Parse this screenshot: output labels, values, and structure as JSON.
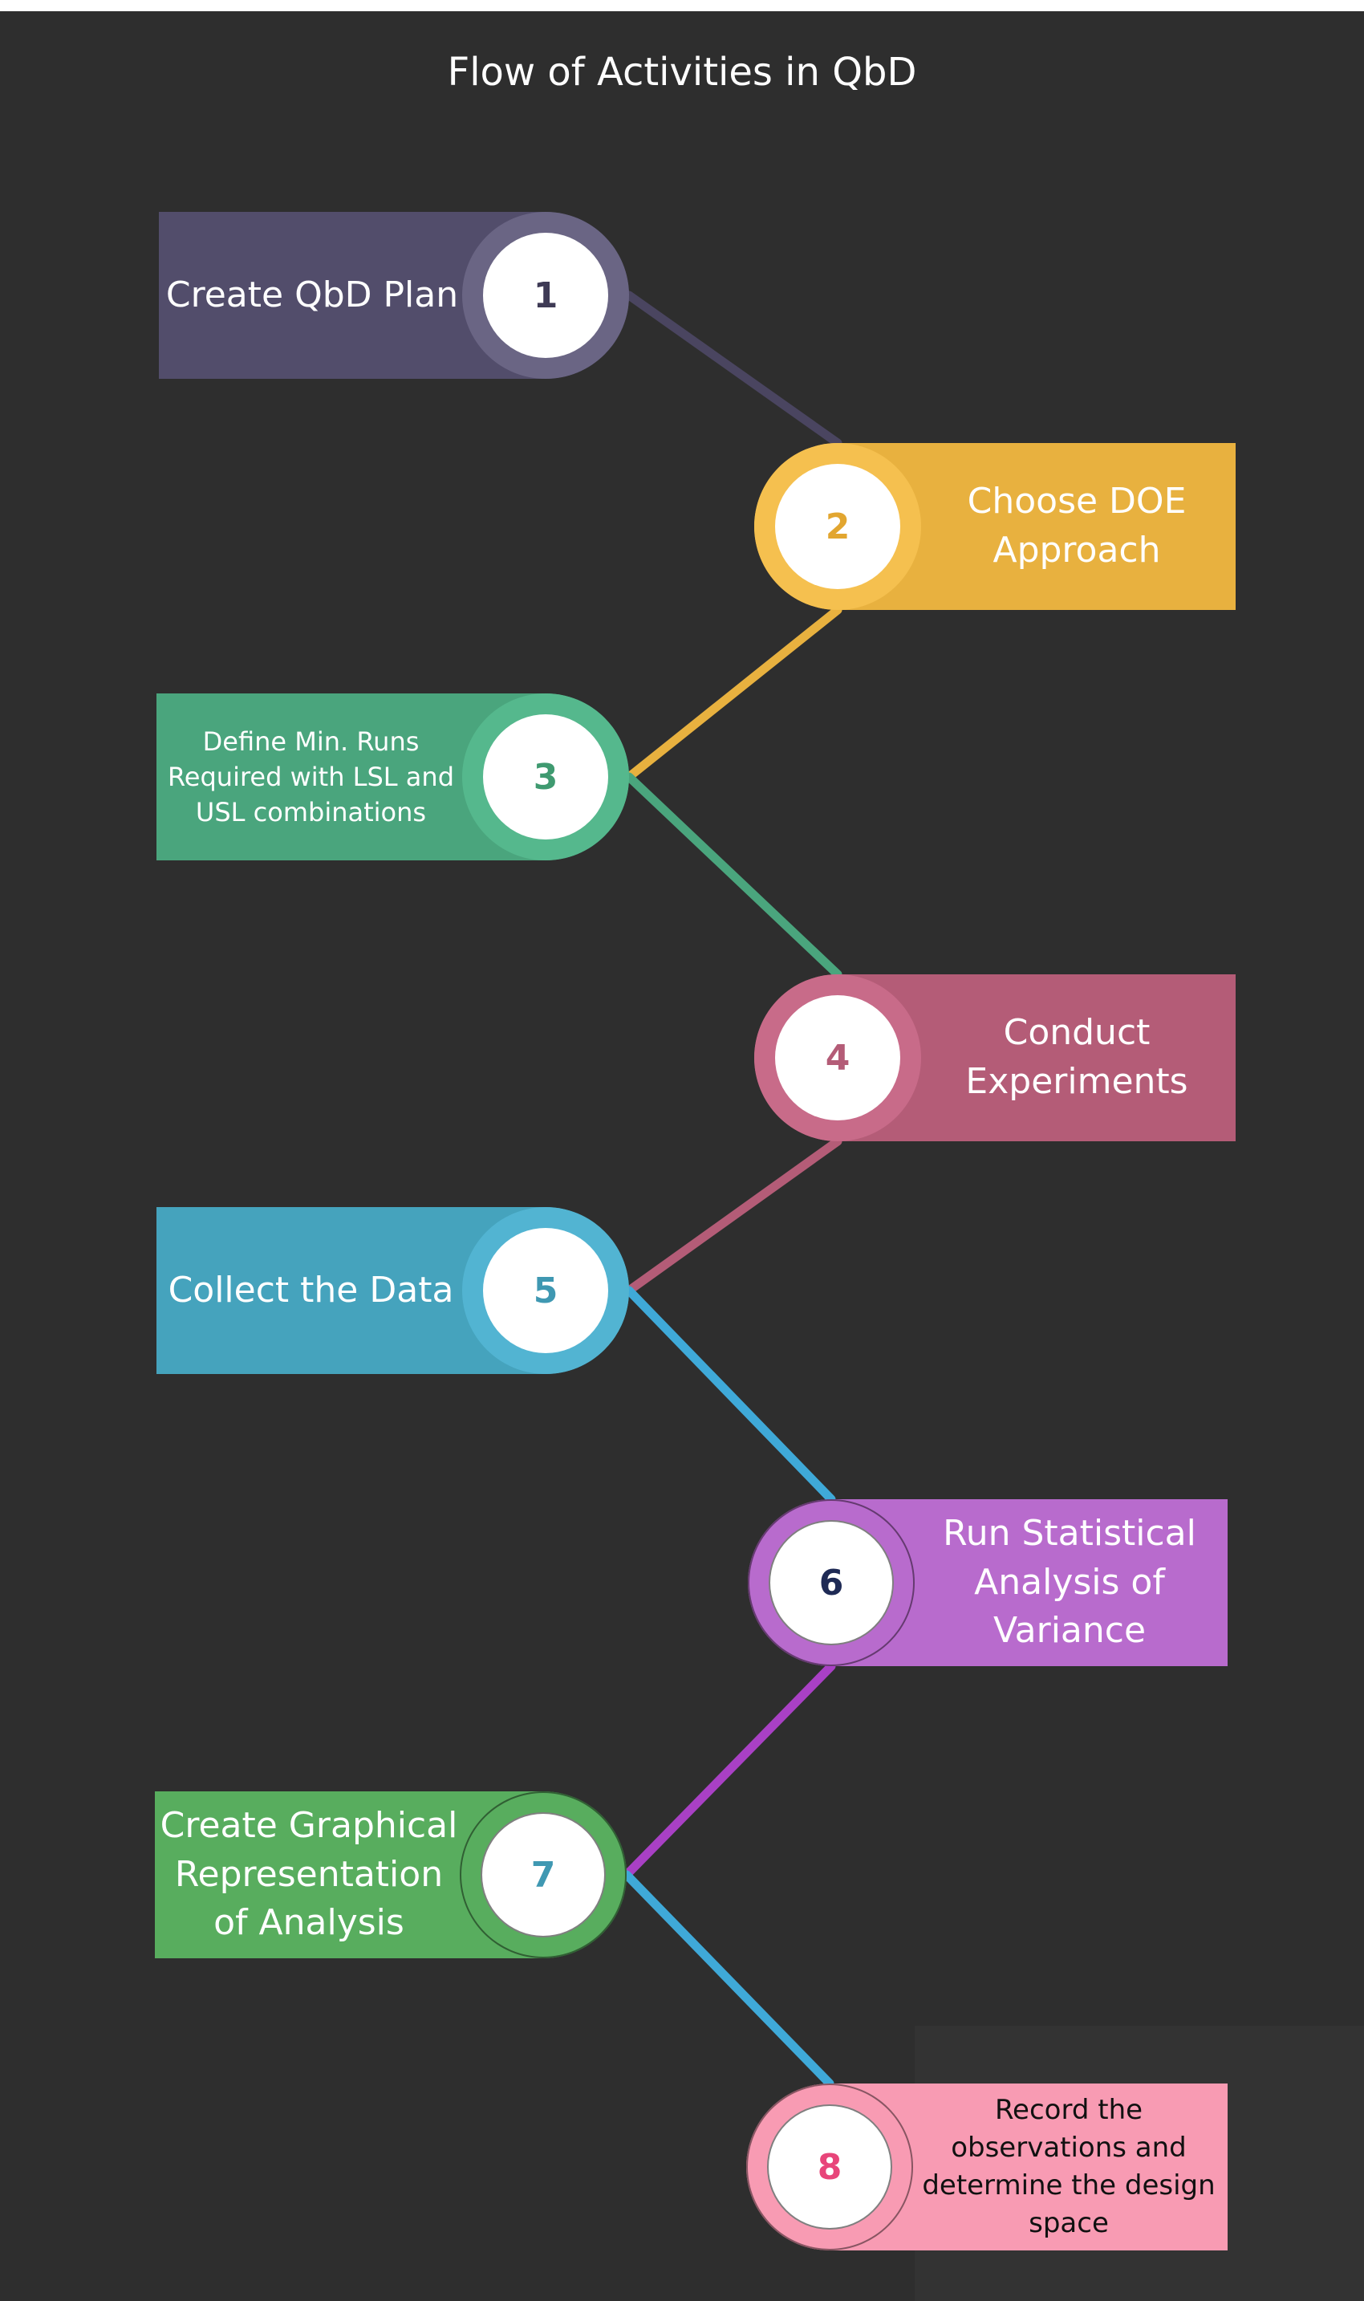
{
  "title": "Flow of Activities in QbD",
  "steps": [
    {
      "number": "1",
      "label": "Create QbD Plan",
      "bar_color": "#524d6b",
      "ring_color": "#6a6584",
      "number_color": "#3e3a55",
      "line_color": "#4a4560"
    },
    {
      "number": "2",
      "label": "Choose DOE\nApproach",
      "bar_color": "#e8b13f",
      "ring_color": "#f5c04f",
      "number_color": "#e2a630",
      "line_color": "#e8b13f"
    },
    {
      "number": "3",
      "label": "Define Min. Runs\nRequired with LSL and\nUSL combinations",
      "bar_color": "#4aa57d",
      "ring_color": "#55b88d",
      "number_color": "#3f9a70",
      "line_color": "#4aa57d"
    },
    {
      "number": "4",
      "label": "Conduct\nExperiments",
      "bar_color": "#b45c77",
      "ring_color": "#c86b89",
      "number_color": "#b45c77",
      "line_color": "#b45c77"
    },
    {
      "number": "5",
      "label": "Collect the Data",
      "bar_color": "#45a3bd",
      "ring_color": "#52b4d2",
      "number_color": "#3f98b2",
      "line_color": "#3fa9d8"
    },
    {
      "number": "6",
      "label": "Run Statistical\nAnalysis of\nVariance",
      "bar_color": "#b86bcd",
      "ring_color": "#b86bcd",
      "number_color": "#1e2a55",
      "line_color": "#a940c5"
    },
    {
      "number": "7",
      "label": "Create Graphical\nRepresentation\nof Analysis",
      "bar_color": "#58ad5e",
      "ring_color": "#58ad5e",
      "number_color": "#3f98b2",
      "line_color": "#3fa9d8"
    },
    {
      "number": "8",
      "label": "Record the\nobservations and\ndetermine the design\nspace",
      "bar_color": "#f89bb3",
      "ring_color": "#f89bb3",
      "number_color": "#e8457a",
      "line_color": "#f89bb3"
    }
  ]
}
